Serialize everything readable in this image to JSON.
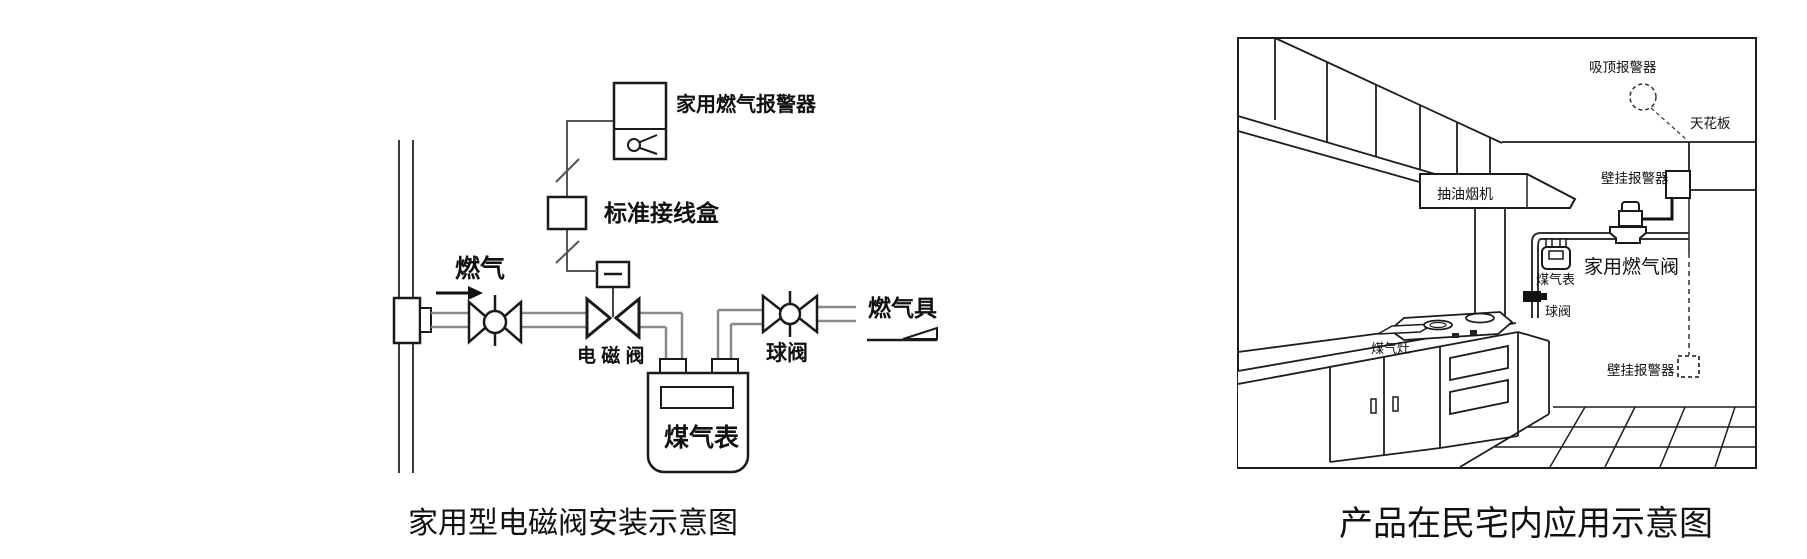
{
  "page": {
    "background": "#ffffff",
    "line_color": "#1a1a1a",
    "pipe_color": "#8a8a8a"
  },
  "left_diagram": {
    "caption": "家用型电磁阀安装示意图",
    "labels": {
      "gas_flow": "燃气",
      "alarm": "家用燃气报警器",
      "junction_box": "标准接线盒",
      "solenoid_valve": "电 磁 阀",
      "gas_meter": "煤气表",
      "ball_valve": "球阀",
      "gas_appliance": "燃气具"
    }
  },
  "right_diagram": {
    "caption": "产品在民宅内应用示意图",
    "labels": {
      "ceiling_alarm": "吸顶报警器",
      "ceiling": "天花板",
      "wall_alarm": "壁挂报警器",
      "range_hood": "抽油烟机",
      "gas_meter": "煤气表",
      "household_gas_valve": "家用燃气阀",
      "ball_valve": "球阀",
      "gas_stove": "煤气灶",
      "floor_alarm": "壁挂报警器"
    },
    "colors": {
      "valve_label": "#7e8b97"
    }
  }
}
